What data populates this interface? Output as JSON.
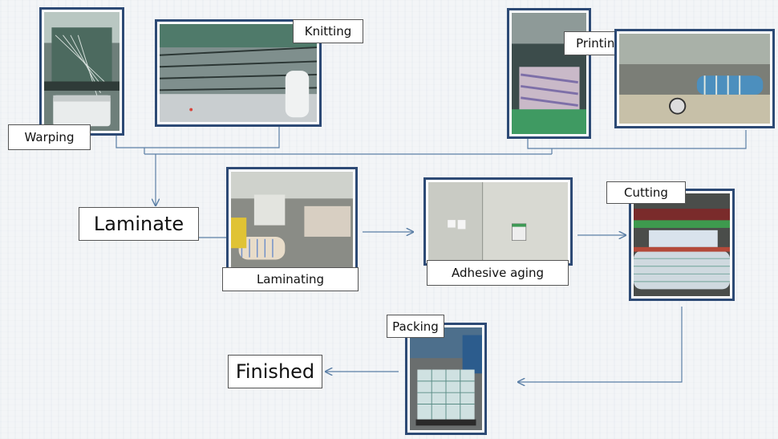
{
  "steps": {
    "warping": "Warping",
    "knitting": "Knitting",
    "printing": "Printing",
    "laminate": "Laminate",
    "laminating": "Laminating",
    "adhesive_aging": "Adhesive aging",
    "cutting": "Cutting",
    "packing": "Packing",
    "finished": "Finished"
  },
  "colors": {
    "frame": "#2d4a75",
    "connector": "#5b7fa6"
  }
}
